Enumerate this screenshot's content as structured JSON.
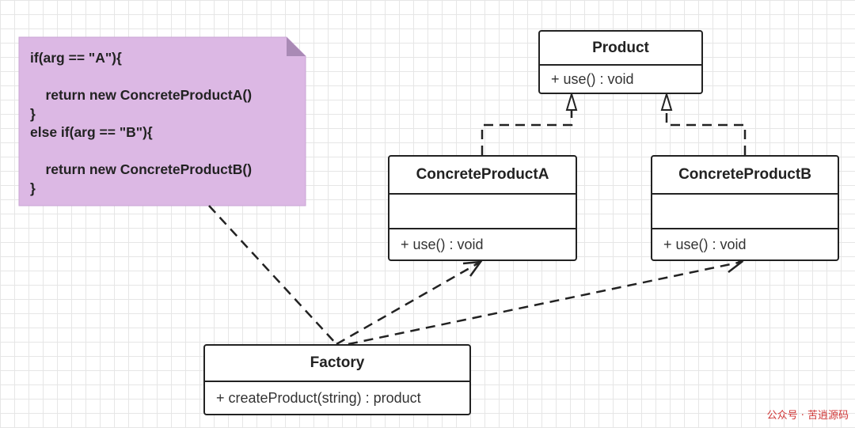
{
  "diagram": {
    "classes": {
      "product": {
        "name": "Product",
        "method": "+ use() : void"
      },
      "concrete_a": {
        "name": "ConcreteProductA",
        "method": "+ use() : void"
      },
      "concrete_b": {
        "name": "ConcreteProductB",
        "method": "+ use() : void"
      },
      "factory": {
        "name": "Factory",
        "method": "+ createProduct(string) : product"
      }
    },
    "note": {
      "code": "if(arg == \"A\"){\n\n    return new ConcreteProductA()\n}\nelse if(arg == \"B\"){\n\n    return new ConcreteProductB()\n}",
      "color": "#dcb8e4"
    },
    "relations": [
      {
        "from": "ConcreteProductA",
        "to": "Product",
        "kind": "realization"
      },
      {
        "from": "ConcreteProductB",
        "to": "Product",
        "kind": "realization"
      },
      {
        "from": "Factory",
        "to": "ConcreteProductA",
        "kind": "dependency"
      },
      {
        "from": "Factory",
        "to": "ConcreteProductB",
        "kind": "dependency"
      },
      {
        "from": "Factory",
        "to": "note",
        "kind": "note-link"
      }
    ]
  },
  "watermark": "公众号 · 苦逍源码"
}
